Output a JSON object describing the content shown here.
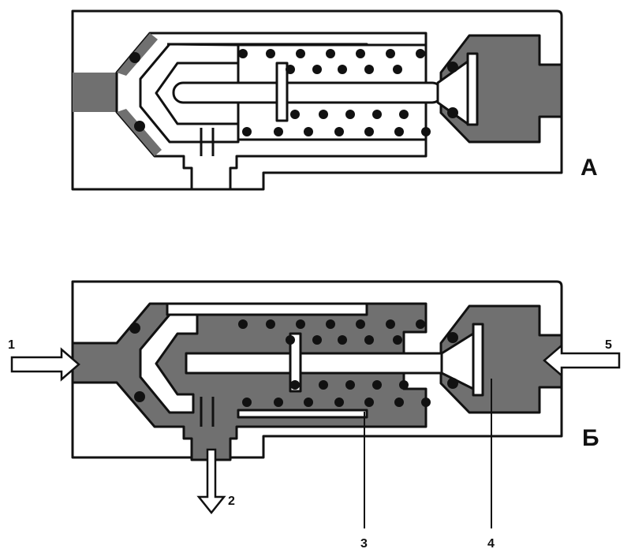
{
  "diagram": {
    "top_view_label": "А",
    "bottom_view_label": "Б",
    "callouts": {
      "inlet": "1",
      "outlet": "2",
      "part_3": "3",
      "part_4": "4",
      "control_port": "5"
    },
    "colors": {
      "pressurized": "#707070",
      "line": "#111111",
      "background": "#ffffff"
    }
  }
}
